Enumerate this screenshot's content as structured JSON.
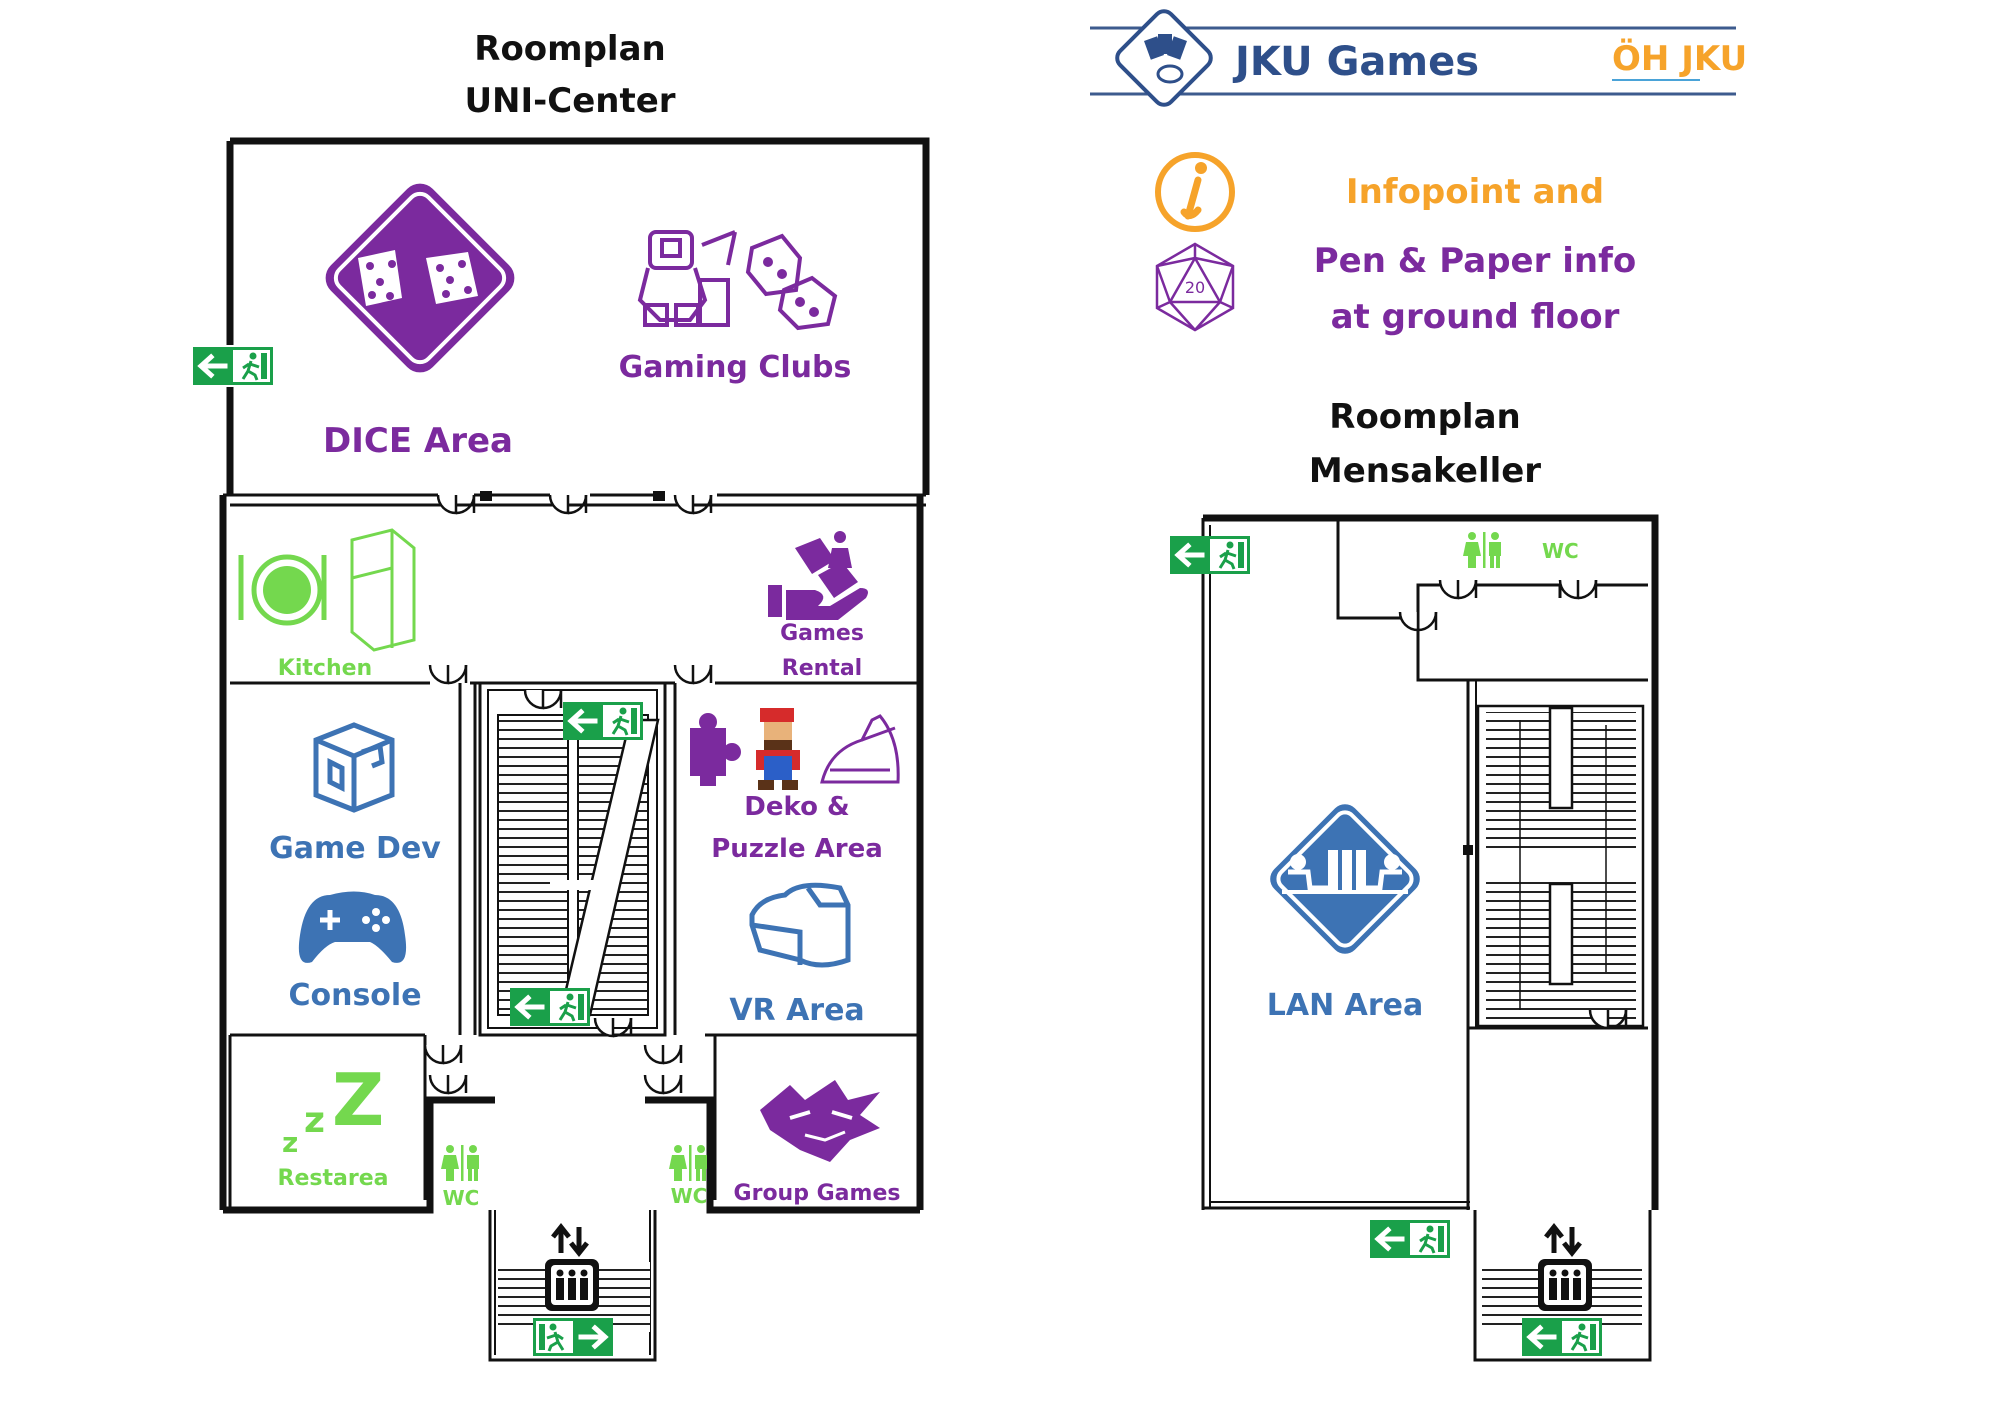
{
  "uni_center": {
    "title_line1": "Roomplan",
    "title_line2": "UNI-Center",
    "rooms": {
      "dice": "DICE Area",
      "gaming_clubs": "Gaming Clubs",
      "kitchen": "Kitchen",
      "games_rental_1": "Games",
      "games_rental_2": "Rental",
      "game_dev": "Game Dev",
      "console": "Console",
      "deko_1": "Deko &",
      "deko_2": "Puzzle Area",
      "vr": "VR Area",
      "restarea": "Restarea",
      "wc_left": "WC",
      "wc_right": "WC",
      "group_games": "Group Games"
    }
  },
  "header": {
    "title": "JKU Games",
    "partner_logo": "ÖH JKU"
  },
  "info": {
    "line1": "Infopoint and",
    "line2": "Pen & Paper info",
    "line3": "at ground floor",
    "d20": "20"
  },
  "mensakeller": {
    "title_line1": "Roomplan",
    "title_line2": "Mensakeller",
    "rooms": {
      "lan": "LAN Area",
      "wc": "WC"
    }
  },
  "colors": {
    "purple": "#7b2a9e",
    "blue": "#3d73b4",
    "green": "#74d84e",
    "orange": "#f6a32a",
    "exit_green": "#1aa04a"
  },
  "icons": [
    "dice-icon",
    "miniature-figure-icon",
    "fridge-icon",
    "plate-icon",
    "hand-dice-icon",
    "cube-logo-icon",
    "gamepad-icon",
    "puzzle-piece-icon",
    "mario-icon",
    "iron-icon",
    "vr-headset-icon",
    "sleep-icon",
    "wolf-icon",
    "toilet-icon",
    "elevator-icon",
    "exit-sign-icon",
    "info-icon",
    "d20-icon",
    "lan-icon"
  ]
}
